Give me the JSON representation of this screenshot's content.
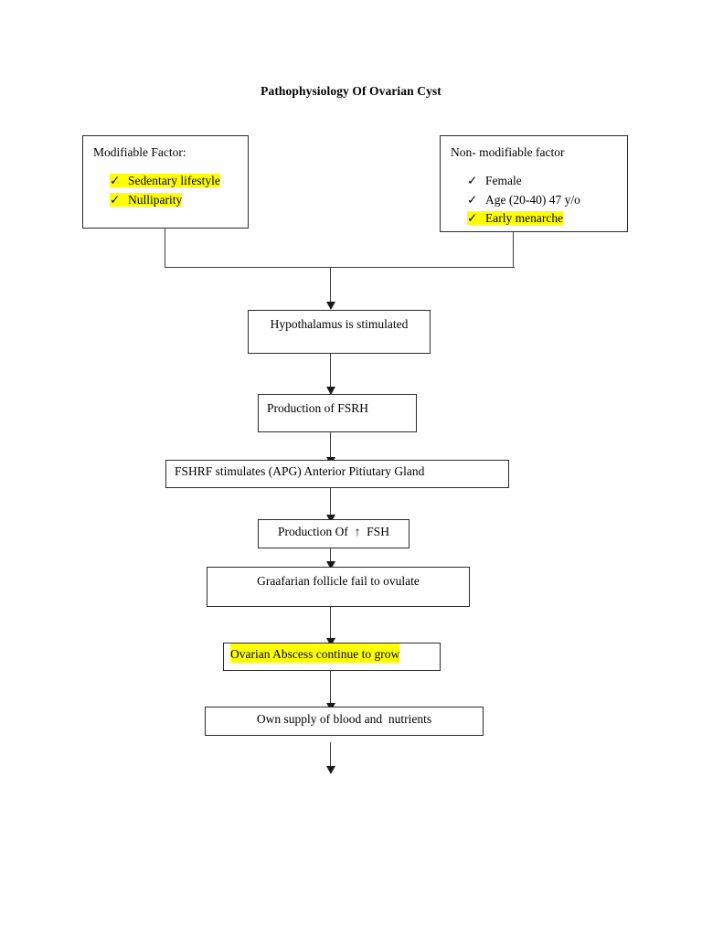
{
  "document": {
    "title": "Pathophysiology Of Ovarian Cyst"
  },
  "diagram": {
    "type": "flowchart",
    "highlight_color": "#ffff00",
    "check_glyph": "✓",
    "up_arrow_glyph": "↑",
    "factor_boxes": [
      {
        "id": "modifiable-factor",
        "heading": "Modifiable Factor:",
        "items": [
          {
            "label": "Sedentary lifestyle",
            "highlighted": true
          },
          {
            "label": "Nulliparity",
            "highlighted": true
          }
        ]
      },
      {
        "id": "non-modifiable-factor",
        "heading": "Non- modifiable factor",
        "items": [
          {
            "label": "Female",
            "highlighted": false
          },
          {
            "label": "Age (20-40) 47 y/o",
            "highlighted": false
          },
          {
            "label": "Early menarche",
            "highlighted": true
          }
        ]
      }
    ],
    "steps": [
      {
        "id": "hypothalamus",
        "label": "Hypothalamus is stimulated",
        "highlighted": false
      },
      {
        "id": "production-fsrh",
        "label": "Production of FSRH",
        "highlighted": false
      },
      {
        "id": "fshrf-stimulates",
        "label": "FSHRF stimulates (APG) Anterior Pitiutary Gland",
        "highlighted": false
      },
      {
        "id": "production-fsh",
        "label_before": "Production Of  ",
        "arrow": "↑",
        "label_after": "  FSH",
        "highlighted": false
      },
      {
        "id": "graafarian",
        "label": "Graafarian follicle fail to ovulate",
        "highlighted": false
      },
      {
        "id": "ovarian-abscess",
        "label": "Ovarian Abscess continue to grow",
        "highlighted": true
      },
      {
        "id": "own-supply",
        "label": "Own supply of blood and  nutrients",
        "highlighted": false
      }
    ]
  }
}
